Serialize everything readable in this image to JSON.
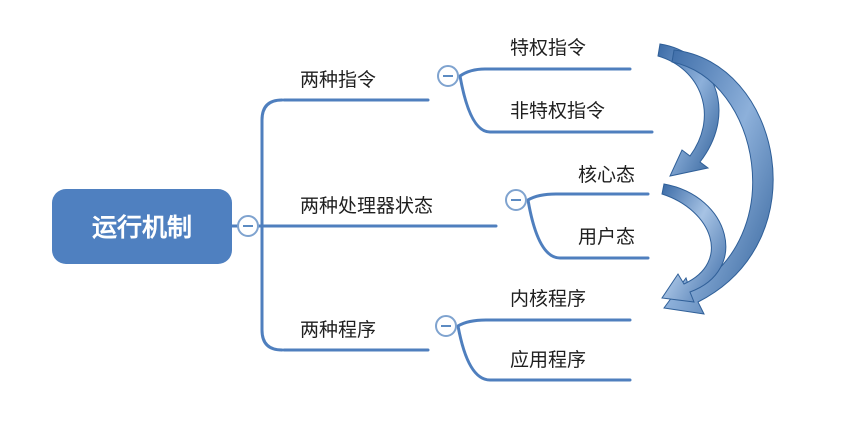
{
  "root": {
    "label": "运行机制",
    "collapse_symbol": "⊖"
  },
  "branches": [
    {
      "label": "两种指令",
      "collapse_symbol": "⊖",
      "children": [
        "特权指令",
        "非特权指令"
      ]
    },
    {
      "label": "两种处理器状态",
      "collapse_symbol": "⊖",
      "children": [
        "核心态",
        "用户态"
      ]
    },
    {
      "label": "两种程序",
      "collapse_symbol": "⊖",
      "children": [
        "内核程序",
        "应用程序"
      ]
    }
  ],
  "colors": {
    "root_fill": "#4f80c0",
    "line": "#4f7fbe",
    "arrow_light": "#8eb0d8",
    "arrow_dark": "#2f5f98"
  }
}
